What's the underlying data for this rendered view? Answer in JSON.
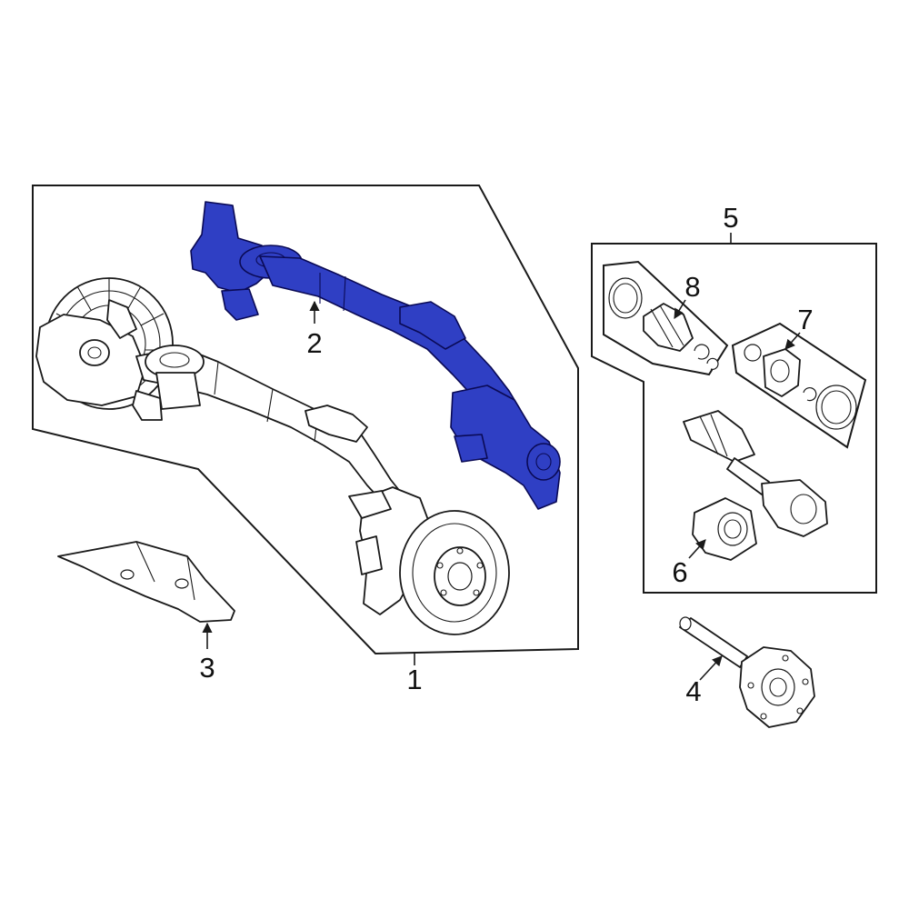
{
  "colors": {
    "highlight": "#2f3fc4",
    "line": "#1a1a1a",
    "background": "#ffffff"
  },
  "callouts": [
    {
      "id": "1",
      "label": "1"
    },
    {
      "id": "2",
      "label": "2"
    },
    {
      "id": "3",
      "label": "3"
    },
    {
      "id": "4",
      "label": "4"
    },
    {
      "id": "5",
      "label": "5"
    },
    {
      "id": "6",
      "label": "6"
    },
    {
      "id": "7",
      "label": "7"
    },
    {
      "id": "8",
      "label": "8"
    }
  ]
}
